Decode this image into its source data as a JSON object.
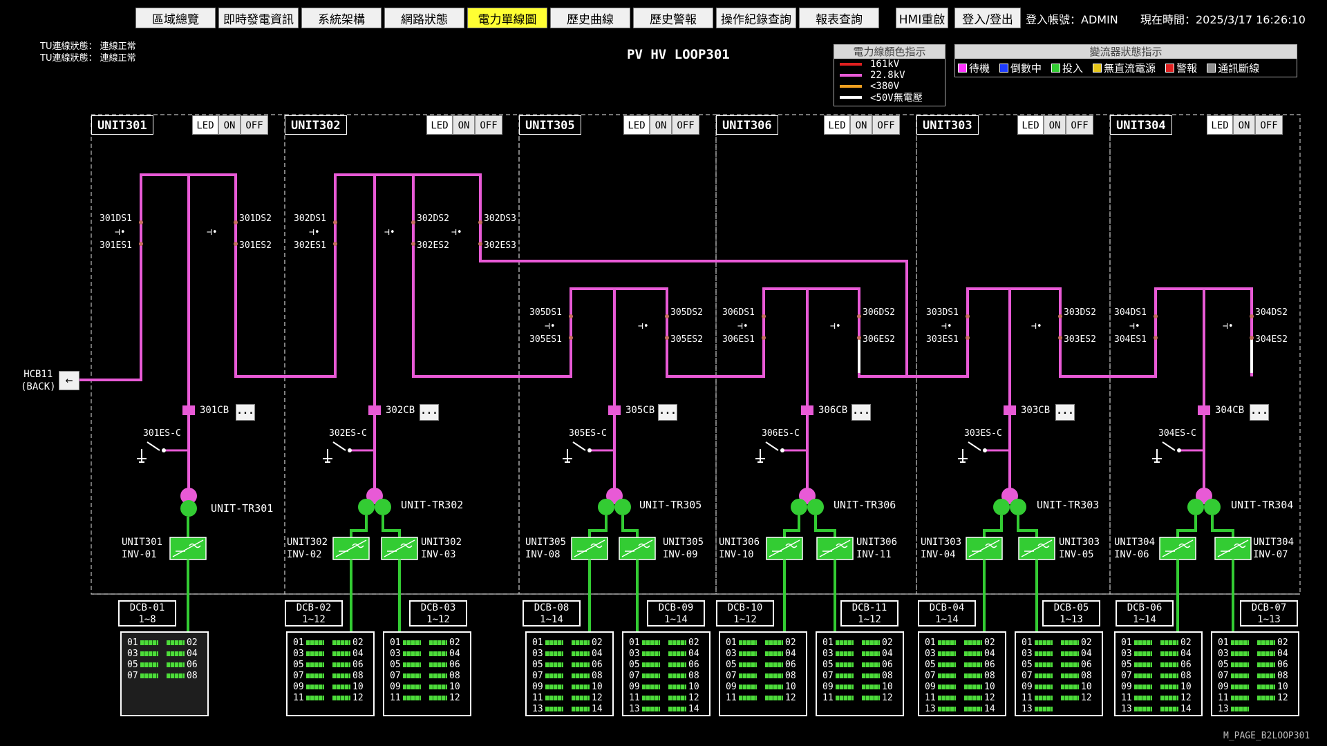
{
  "nav": [
    {
      "label": "區域總覽",
      "active": false
    },
    {
      "label": "即時發電資訊",
      "active": false
    },
    {
      "label": "系統架構",
      "active": false
    },
    {
      "label": "網路狀態",
      "active": false
    },
    {
      "label": "電力單線圖",
      "active": true
    },
    {
      "label": "歷史曲線",
      "active": false
    },
    {
      "label": "歷史警報",
      "active": false
    },
    {
      "label": "操作紀錄查詢",
      "active": false
    },
    {
      "label": "報表查詢",
      "active": false
    }
  ],
  "header": {
    "hmi_restart": "HMI重啟",
    "login_logout": "登入/登出",
    "account_label": "登入帳號：ADMIN",
    "time_label": "現在時間：2025/3/17  16:26:10",
    "title": "PV HV LOOP301",
    "status1": "TU連線狀態： 連線正常",
    "status2": "TU連線狀態： 連線正常"
  },
  "power_legend": {
    "title": "電力線顏色指示",
    "items": [
      {
        "label": "161kV",
        "color": "#e02020"
      },
      {
        "label": "22.8kV",
        "color": "#e85ad6"
      },
      {
        "label": "<380V",
        "color": "#f0a020"
      },
      {
        "label": "<50V無電壓",
        "color": "#ffffff"
      }
    ]
  },
  "inverter_legend": {
    "title": "變流器狀態指示",
    "items": [
      {
        "label": "待機",
        "color": "#ff33ff"
      },
      {
        "label": "倒數中",
        "color": "#1e3cff"
      },
      {
        "label": "投入",
        "color": "#33cc33"
      },
      {
        "label": "無直流電源",
        "color": "#e6c619"
      },
      {
        "label": "警報",
        "color": "#e02020"
      },
      {
        "label": "通訊斷線",
        "color": "#909090"
      }
    ]
  },
  "led_labels": {
    "led": "LED",
    "on": "ON",
    "off": "OFF"
  },
  "hcb": {
    "line1": "HCB11",
    "line2": "(BACK)",
    "arrow": "←"
  },
  "footer": "M_PAGE_B2LOOP301",
  "units": [
    {
      "name": "UNIT301",
      "cb": "301CB",
      "esc": "301ES-C",
      "tr": "UNIT-TR301",
      "ds": [
        "301DS1",
        "301DS2"
      ],
      "es": [
        "301ES1",
        "301ES2"
      ],
      "inverters": [
        {
          "line1": "UNIT301",
          "line2": "INV-01"
        }
      ]
    },
    {
      "name": "UNIT302",
      "cb": "302CB",
      "esc": "302ES-C",
      "tr": "UNIT-TR302",
      "ds": [
        "302DS1",
        "302DS2",
        "302DS3"
      ],
      "es": [
        "302ES1",
        "302ES2",
        "302ES3"
      ],
      "inverters": [
        {
          "line1": "UNIT302",
          "line2": "INV-02"
        },
        {
          "line1": "UNIT302",
          "line2": "INV-03"
        }
      ]
    },
    {
      "name": "UNIT305",
      "cb": "305CB",
      "esc": "305ES-C",
      "tr": "UNIT-TR305",
      "ds": [
        "305DS1",
        "305DS2"
      ],
      "es": [
        "305ES1",
        "305ES2"
      ],
      "inverters": [
        {
          "line1": "UNIT305",
          "line2": "INV-08"
        },
        {
          "line1": "UNIT305",
          "line2": "INV-09"
        }
      ]
    },
    {
      "name": "UNIT306",
      "cb": "306CB",
      "esc": "306ES-C",
      "tr": "UNIT-TR306",
      "ds": [
        "306DS1",
        "306DS2"
      ],
      "es": [
        "306ES1",
        "306ES2"
      ],
      "inverters": [
        {
          "line1": "UNIT306",
          "line2": "INV-10"
        },
        {
          "line1": "UNIT306",
          "line2": "INV-11"
        }
      ]
    },
    {
      "name": "UNIT303",
      "cb": "303CB",
      "esc": "303ES-C",
      "tr": "UNIT-TR303",
      "ds": [
        "303DS1",
        "303DS2"
      ],
      "es": [
        "303ES1",
        "303ES2"
      ],
      "inverters": [
        {
          "line1": "UNIT303",
          "line2": "INV-04"
        },
        {
          "line1": "UNIT303",
          "line2": "INV-05"
        }
      ]
    },
    {
      "name": "UNIT304",
      "cb": "304CB",
      "esc": "304ES-C",
      "tr": "UNIT-TR304",
      "ds": [
        "304DS1",
        "304DS2"
      ],
      "es": [
        "304ES1",
        "304ES2"
      ],
      "inverters": [
        {
          "line1": "UNIT304",
          "line2": "INV-06"
        },
        {
          "line1": "UNIT304",
          "line2": "INV-07"
        }
      ]
    }
  ],
  "dcbs": [
    {
      "name": "DCB-01",
      "range": "1~8",
      "count": 8
    },
    {
      "name": "DCB-02",
      "range": "1~12",
      "count": 12
    },
    {
      "name": "DCB-03",
      "range": "1~12",
      "count": 12
    },
    {
      "name": "DCB-08",
      "range": "1~14",
      "count": 14
    },
    {
      "name": "DCB-09",
      "range": "1~14",
      "count": 14
    },
    {
      "name": "DCB-10",
      "range": "1~12",
      "count": 12
    },
    {
      "name": "DCB-11",
      "range": "1~12",
      "count": 12
    },
    {
      "name": "DCB-04",
      "range": "1~14",
      "count": 14
    },
    {
      "name": "DCB-05",
      "range": "1~13",
      "count": 13
    },
    {
      "name": "DCB-06",
      "range": "1~14",
      "count": 14
    },
    {
      "name": "DCB-07",
      "range": "1~13",
      "count": 13
    }
  ]
}
